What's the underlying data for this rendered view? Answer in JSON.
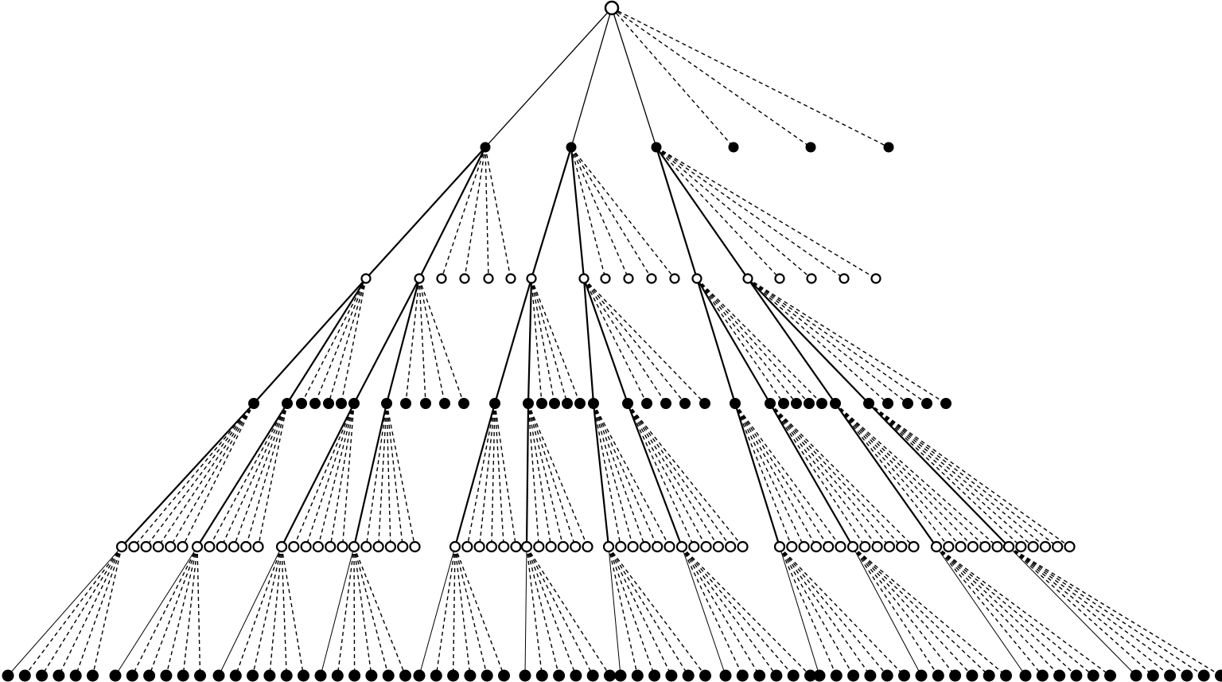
{
  "colors": {
    "stroke": "#000000",
    "background": "#ffffff"
  },
  "tree": {
    "root": {
      "marker": "hollow"
    },
    "levels": [
      {
        "marker": "filled",
        "groups": [
          {
            "parent": 0,
            "solid": 3,
            "dashed": 3
          }
        ]
      },
      {
        "marker": "hollow",
        "groups": [
          {
            "parent": 0,
            "solid": 2,
            "dashed": 4
          },
          {
            "parent": 1,
            "solid": 2,
            "dashed": 4
          },
          {
            "parent": 2,
            "solid": 2,
            "dashed": 4
          }
        ]
      },
      {
        "marker": "filled",
        "groups": [
          {
            "parent": 0,
            "solid": 2,
            "dashed": 4
          },
          {
            "parent": 1,
            "solid": 2,
            "dashed": 4
          },
          {
            "parent": 6,
            "solid": 2,
            "dashed": 4
          },
          {
            "parent": 7,
            "solid": 2,
            "dashed": 4
          },
          {
            "parent": 12,
            "solid": 2,
            "dashed": 4
          },
          {
            "parent": 13,
            "solid": 2,
            "dashed": 4
          }
        ]
      },
      {
        "marker": "hollow",
        "groups": [
          {
            "parent": 0,
            "solid": 1,
            "dashed": 5
          },
          {
            "parent": 1,
            "solid": 1,
            "dashed": 5
          },
          {
            "parent": 6,
            "solid": 1,
            "dashed": 5
          },
          {
            "parent": 7,
            "solid": 1,
            "dashed": 5
          },
          {
            "parent": 12,
            "solid": 1,
            "dashed": 5
          },
          {
            "parent": 13,
            "solid": 1,
            "dashed": 5
          },
          {
            "parent": 18,
            "solid": 1,
            "dashed": 5
          },
          {
            "parent": 19,
            "solid": 1,
            "dashed": 5
          },
          {
            "parent": 24,
            "solid": 1,
            "dashed": 5
          },
          {
            "parent": 25,
            "solid": 1,
            "dashed": 5
          },
          {
            "parent": 30,
            "solid": 1,
            "dashed": 5
          },
          {
            "parent": 31,
            "solid": 1,
            "dashed": 5
          }
        ]
      },
      {
        "marker": "filled",
        "groups": [
          {
            "parent": 0,
            "solid": 1,
            "dashed": 5
          },
          {
            "parent": 6,
            "solid": 1,
            "dashed": 5
          },
          {
            "parent": 12,
            "solid": 1,
            "dashed": 5
          },
          {
            "parent": 18,
            "solid": 1,
            "dashed": 5
          },
          {
            "parent": 24,
            "solid": 1,
            "dashed": 5
          },
          {
            "parent": 30,
            "solid": 1,
            "dashed": 5
          },
          {
            "parent": 36,
            "solid": 1,
            "dashed": 5
          },
          {
            "parent": 42,
            "solid": 1,
            "dashed": 5
          },
          {
            "parent": 48,
            "solid": 1,
            "dashed": 5
          },
          {
            "parent": 54,
            "solid": 1,
            "dashed": 5
          },
          {
            "parent": 60,
            "solid": 1,
            "dashed": 5
          },
          {
            "parent": 66,
            "solid": 1,
            "dashed": 5
          }
        ]
      }
    ]
  }
}
